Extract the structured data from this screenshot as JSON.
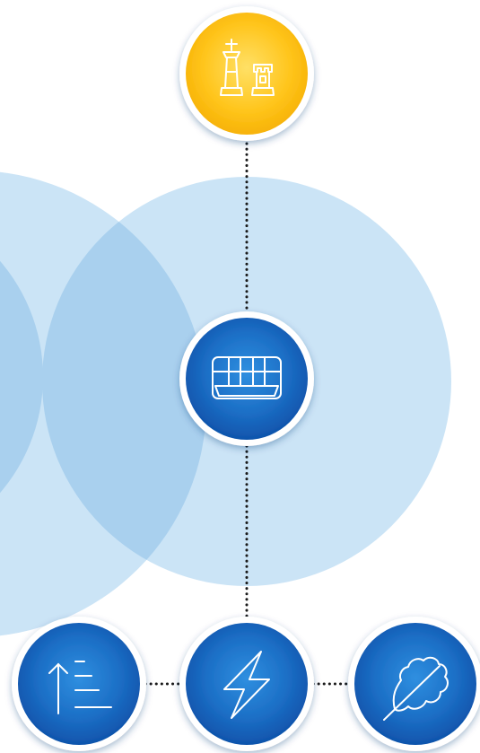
{
  "diagram": {
    "nodes": [
      {
        "id": "chess",
        "icon": "chess-pieces-icon",
        "fill": "gold"
      },
      {
        "id": "grid",
        "icon": "tray-grid-icon",
        "fill": "blue"
      },
      {
        "id": "sort",
        "icon": "sort-ascending-icon",
        "fill": "blue"
      },
      {
        "id": "energy",
        "icon": "lightning-bolt-icon",
        "fill": "blue"
      },
      {
        "id": "leaf",
        "icon": "leaf-icon",
        "fill": "blue"
      }
    ],
    "connections": [
      {
        "from": "chess",
        "to": "grid",
        "style": "dotted"
      },
      {
        "from": "grid",
        "to": "energy",
        "style": "dotted"
      },
      {
        "from": "sort",
        "to": "energy",
        "style": "dotted"
      },
      {
        "from": "energy",
        "to": "leaf",
        "style": "dotted"
      }
    ]
  },
  "colors": {
    "background": "#ffffff",
    "circle_light": "#cbe4f6",
    "circle_mid": "#a9d0ee",
    "node_blue_inner": "#2a86d6",
    "node_blue_outer": "#0e4fa8",
    "node_gold_inner": "#ffd54a",
    "node_gold_outer": "#f7b500",
    "node_ring": "#ffffff",
    "connector": "#1a1a1a",
    "icon_stroke": "#ffffff"
  }
}
